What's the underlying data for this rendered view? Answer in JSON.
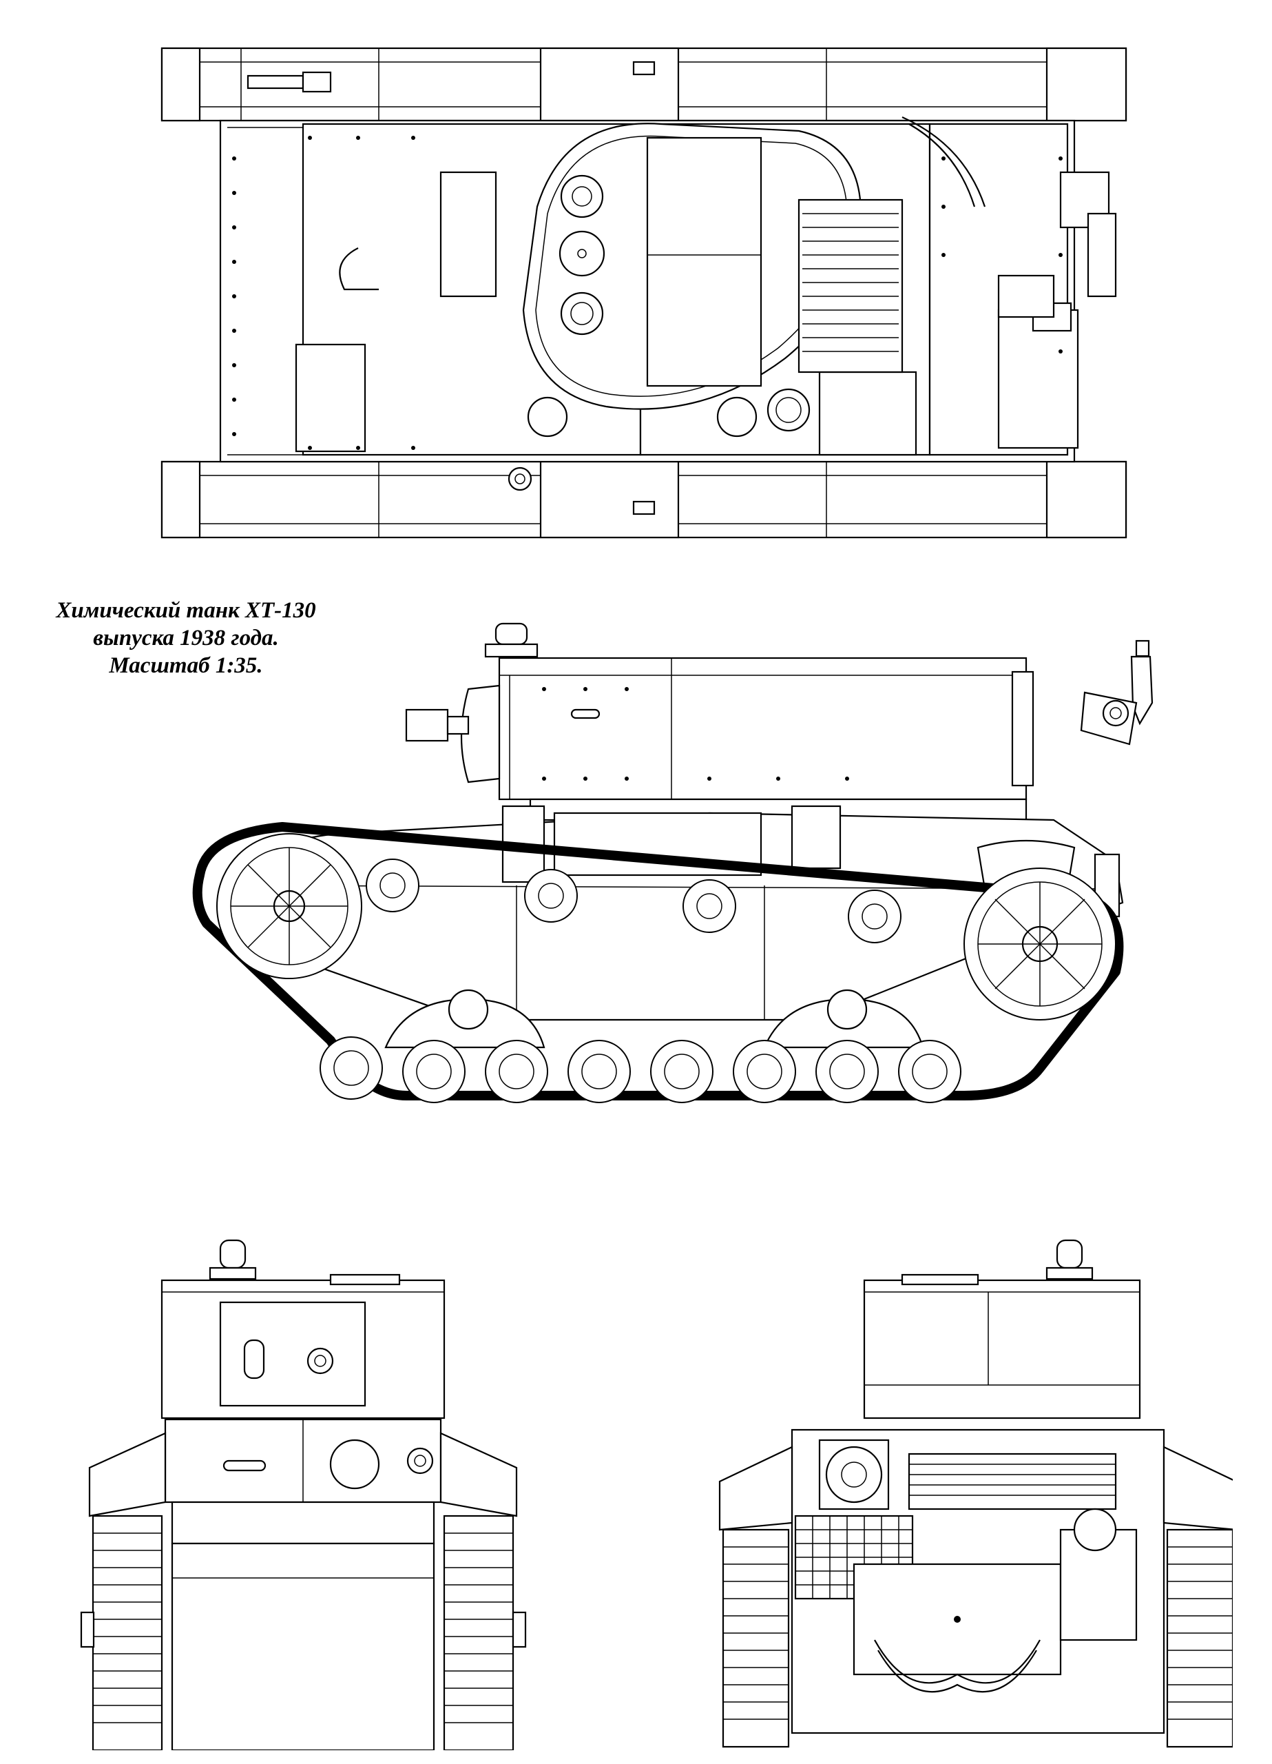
{
  "caption": {
    "line1": "Химический танк ХТ-130",
    "line2": "выпуска 1938 года.",
    "line3": "Масштаб 1:35."
  },
  "views": {
    "top": "top-view",
    "side": "side-view",
    "front": "front-view",
    "rear": "rear-view",
    "detail": "detail-view"
  }
}
